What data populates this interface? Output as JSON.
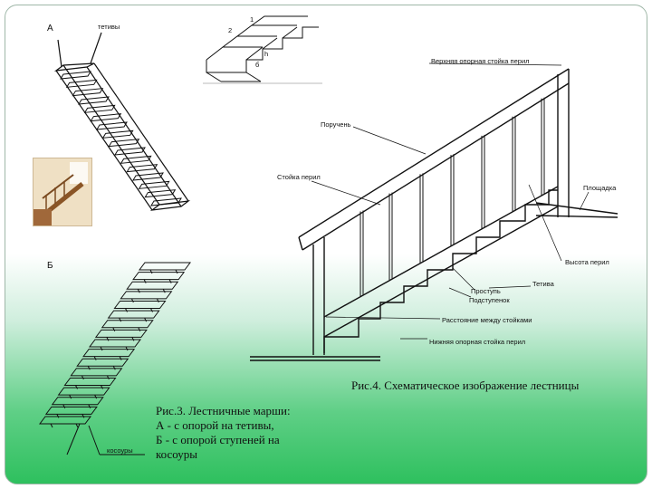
{
  "fig_a": {
    "label_a": "А",
    "label_b": "Б",
    "tetivy": "тетивы",
    "kosoury": "косоуры"
  },
  "inset": {
    "n1": "1",
    "n2": "2",
    "n3": "б",
    "n4": "h"
  },
  "fig4": {
    "top_post": "Верхняя опорная стойка перил",
    "handrail": "Поручень",
    "baluster": "Стойка перил",
    "landing": "Площадка",
    "rail_height": "Высота перил",
    "stringer": "Тетива",
    "tread": "Проступь",
    "riser": "Подступенок",
    "spacing": "Расстояние между стойками",
    "bottom_post": "Нижняя опорная стойка перил"
  },
  "captions": {
    "fig4": "Рис.4. Схематическое изображение лестницы",
    "fig3_line1": "Рис.3. Лестничные марши:",
    "fig3_line2": "А - с опорой на тетивы,",
    "fig3_line3": "Б - с опорой ступеней на",
    "fig3_line4": "косоуры"
  },
  "colors": {
    "background_bottom": "#2ec05e",
    "line": "#111111"
  }
}
